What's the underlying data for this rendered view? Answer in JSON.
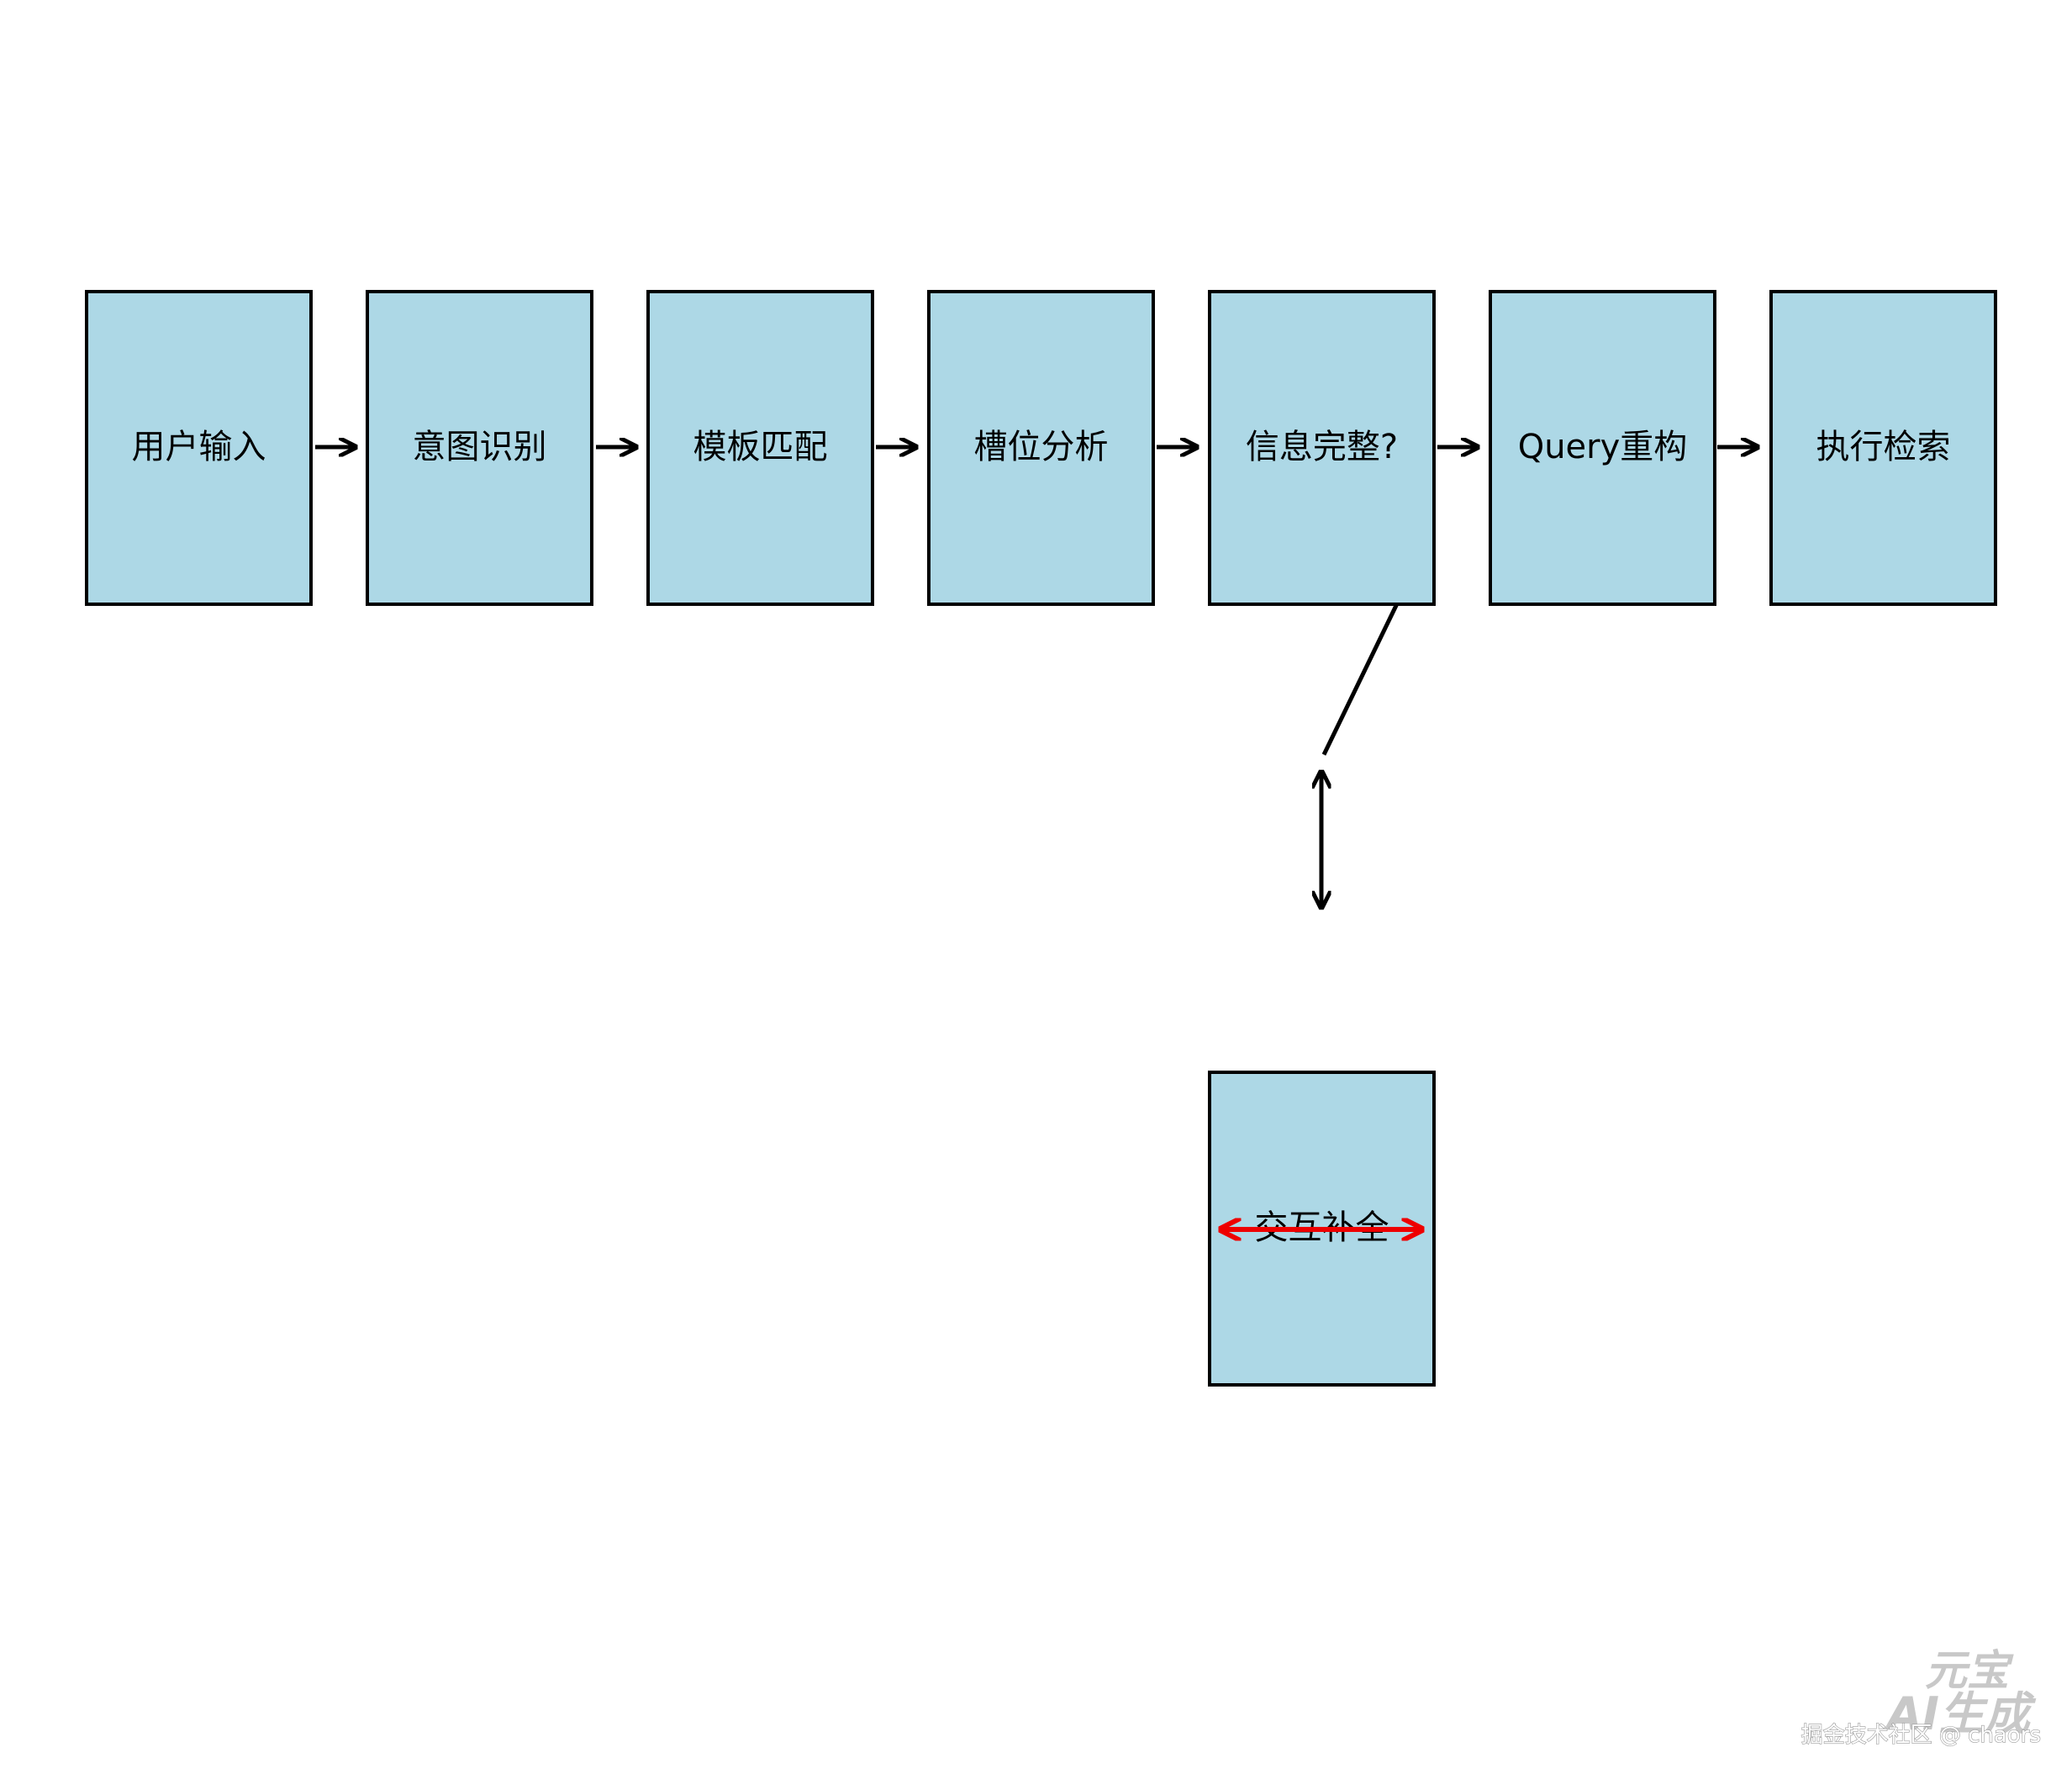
{
  "diagram": {
    "type": "flowchart",
    "colors": {
      "node_fill": "#add8e6",
      "node_stroke": "#000000",
      "edge": "#000000",
      "highlight_edge": "#ee0000",
      "background": "#ffffff"
    },
    "nodes": [
      {
        "id": "user_input",
        "label": "用户输入"
      },
      {
        "id": "intent",
        "label": "意图识别"
      },
      {
        "id": "template",
        "label": "模板匹配"
      },
      {
        "id": "slot",
        "label": "槽位分析"
      },
      {
        "id": "complete",
        "label": "信息完整?"
      },
      {
        "id": "rewrite",
        "label": "Query重构"
      },
      {
        "id": "retrieve",
        "label": "执行检索"
      },
      {
        "id": "interact",
        "label": "交互补全"
      }
    ],
    "edges": [
      {
        "from": "user_input",
        "to": "intent"
      },
      {
        "from": "intent",
        "to": "template"
      },
      {
        "from": "template",
        "to": "slot"
      },
      {
        "from": "slot",
        "to": "complete"
      },
      {
        "from": "complete",
        "to": "rewrite"
      },
      {
        "from": "rewrite",
        "to": "retrieve"
      },
      {
        "from": "complete",
        "to": "interact",
        "direction": "both"
      },
      {
        "from": "interact",
        "to": "complete"
      },
      {
        "from": "interact",
        "to": "interact",
        "direction": "both",
        "color": "red"
      }
    ]
  },
  "watermark": {
    "logo_line1": "元宝",
    "logo_line2": "AI生成",
    "text": "掘金技术社区 @ chaors"
  }
}
